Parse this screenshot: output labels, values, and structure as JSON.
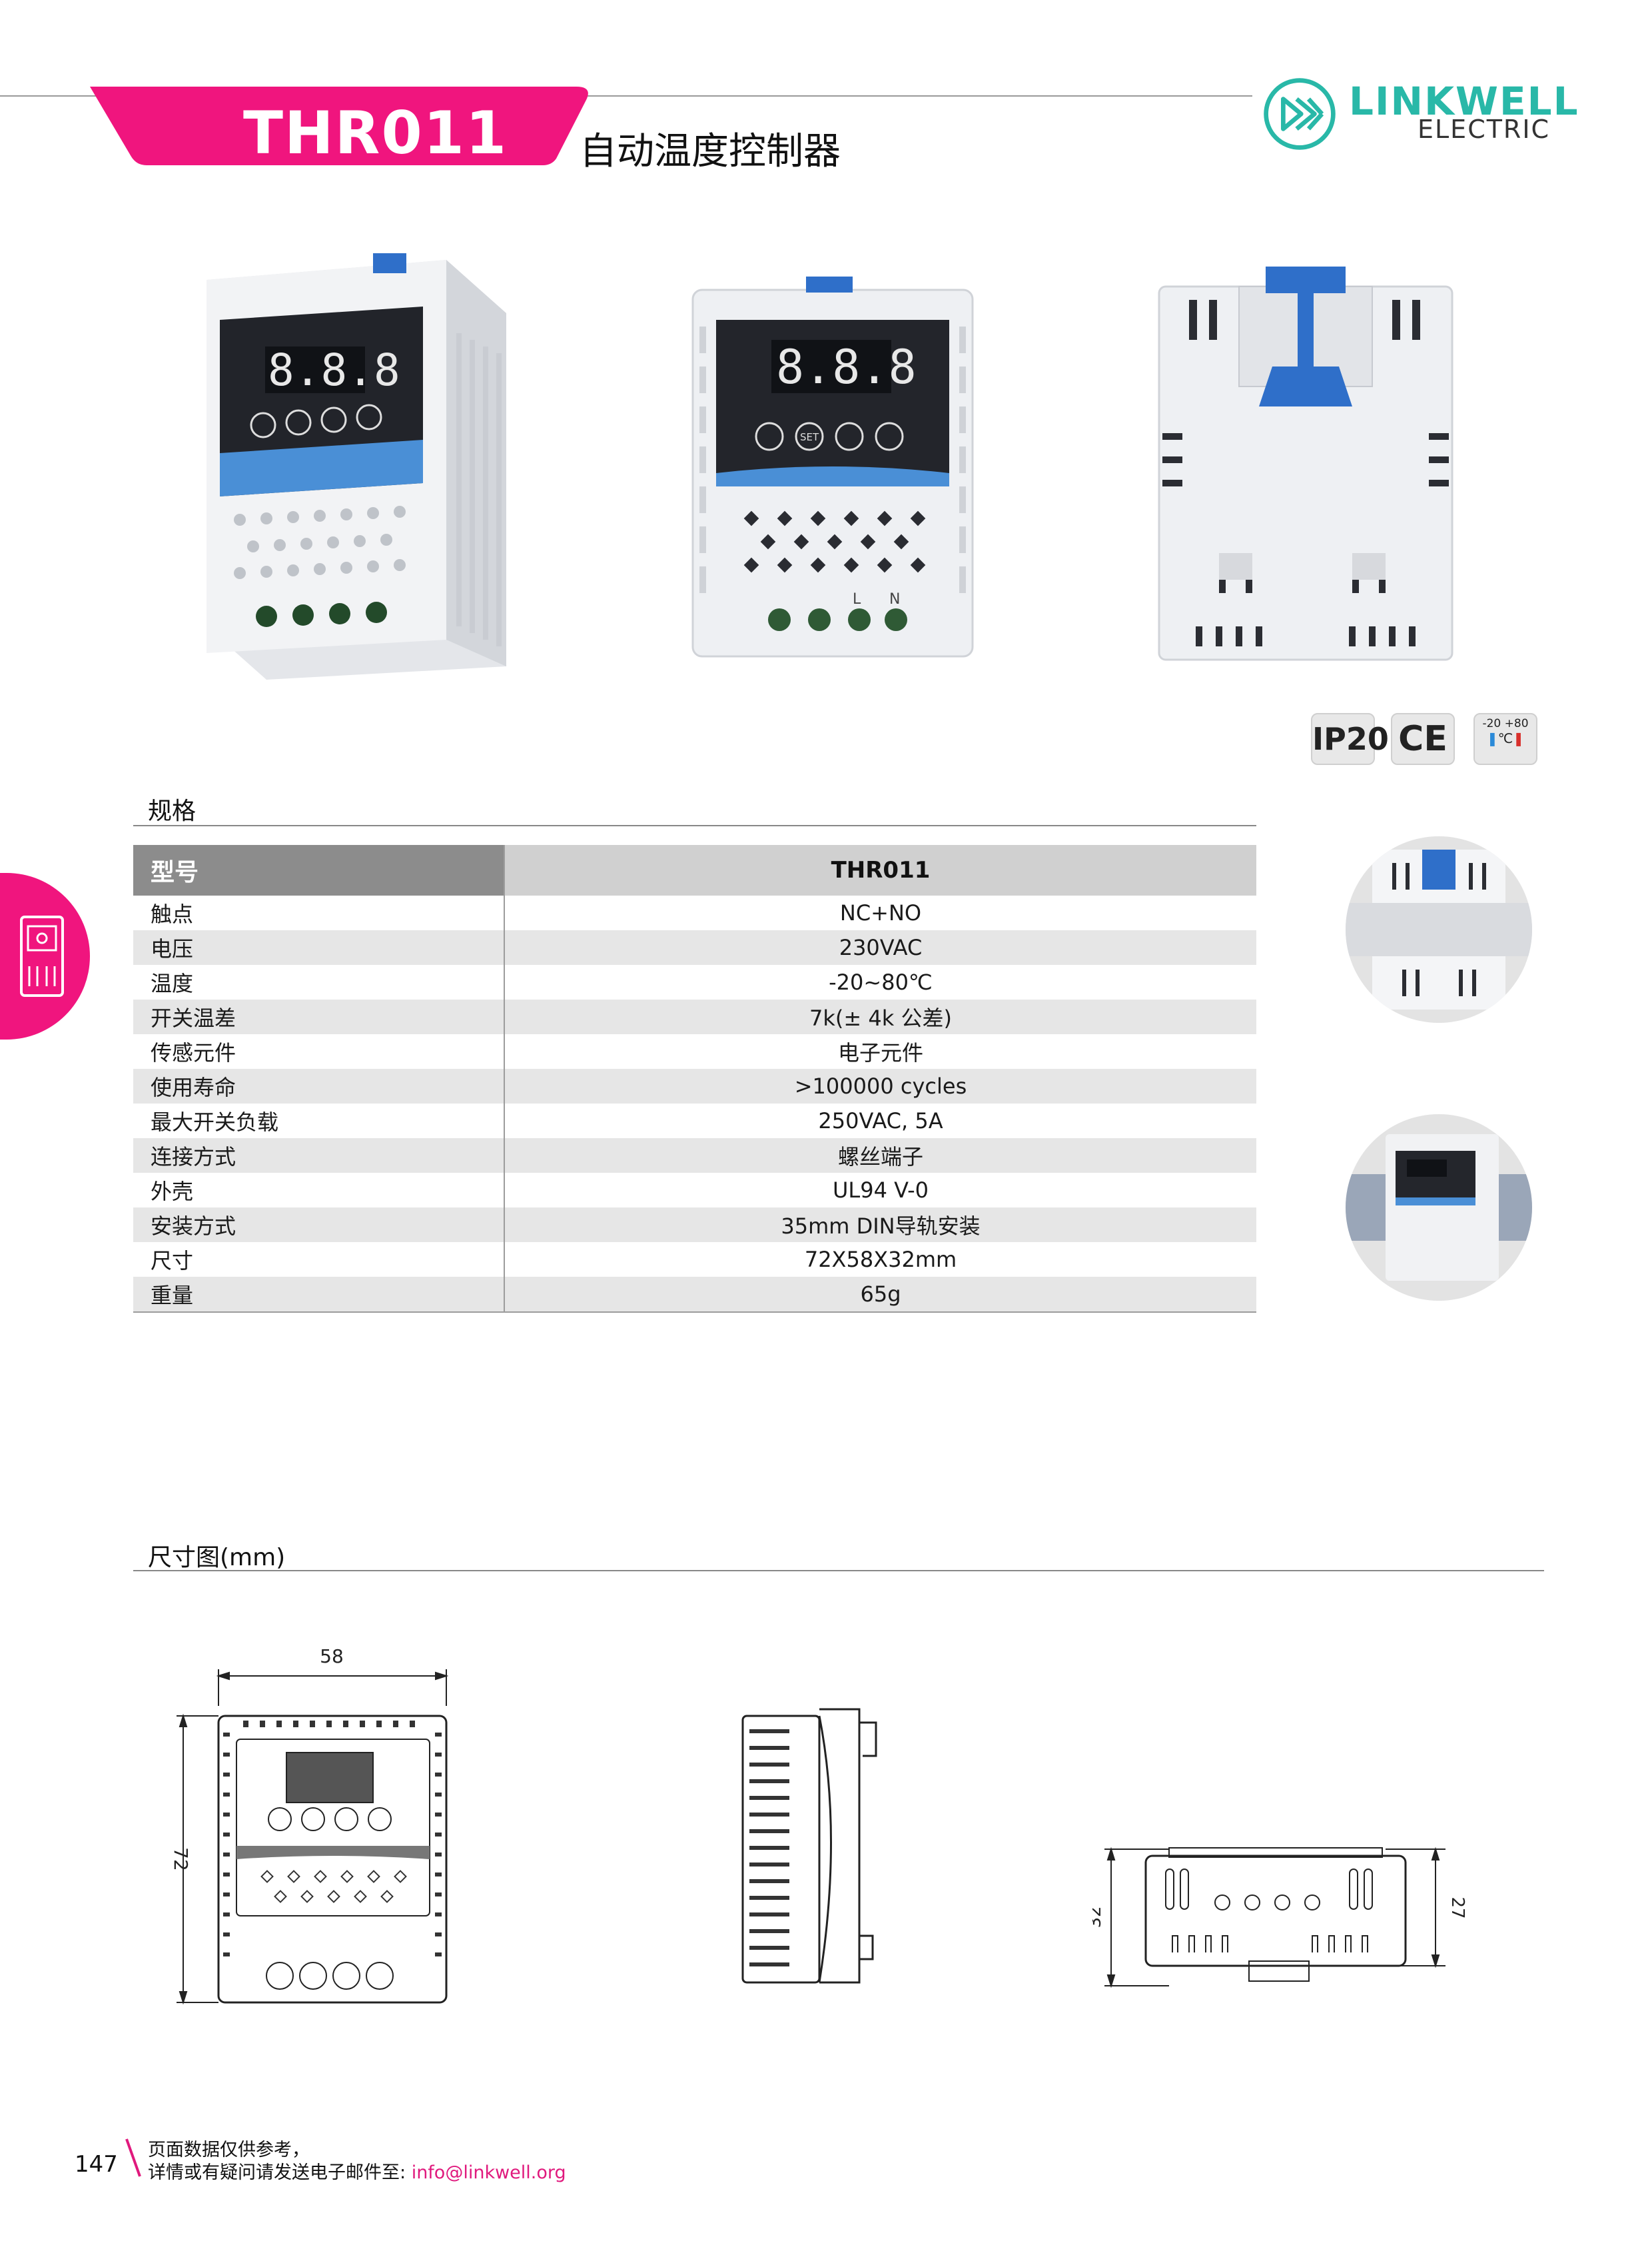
{
  "header": {
    "model": "THR011",
    "subtitle": "自动温度控制器",
    "brand": "LINKWELL",
    "brand_sub": "ELECTRIC",
    "accent_color": "#f0157e",
    "brand_color": "#29b8a8"
  },
  "product_photos": {
    "display_digits": "8.8.8",
    "set_label": "SET",
    "terminal_labels": [
      "L",
      "N"
    ]
  },
  "badges": {
    "ip": "IP20",
    "ce": "CE",
    "temp_low": "-20",
    "temp_high": "+80",
    "temp_unit": "℃"
  },
  "spec": {
    "title": "规格",
    "header": {
      "label": "型号",
      "value": "THR011"
    },
    "rows": [
      {
        "label": "触点",
        "value": "NC+NO"
      },
      {
        "label": "电压",
        "value": "230VAC"
      },
      {
        "label": "温度",
        "value": "-20~80℃"
      },
      {
        "label": "开关温差",
        "value": "7k(± 4k 公差)"
      },
      {
        "label": "传感元件",
        "value": "电子元件"
      },
      {
        "label": "使用寿命",
        "value": ">100000 cycles"
      },
      {
        "label": "最大开关负载",
        "value": "250VAC, 5A"
      },
      {
        "label": "连接方式",
        "value": "螺丝端子"
      },
      {
        "label": "外壳",
        "value": "UL94 V-0"
      },
      {
        "label": "安装方式",
        "value": "35mm DIN导轨安装"
      },
      {
        "label": "尺寸",
        "value": "72X58X32mm"
      },
      {
        "label": "重量",
        "value": "65g"
      }
    ]
  },
  "dimensions": {
    "title": "尺寸图(mm)",
    "width": "58",
    "height": "72",
    "depth": "32",
    "depth_inner": "27"
  },
  "footer": {
    "page_number": "147",
    "line1": "页面数据仅供参考，",
    "line2": "详情或有疑问请发送电子邮件至: ",
    "email": "info@linkwell.org"
  }
}
